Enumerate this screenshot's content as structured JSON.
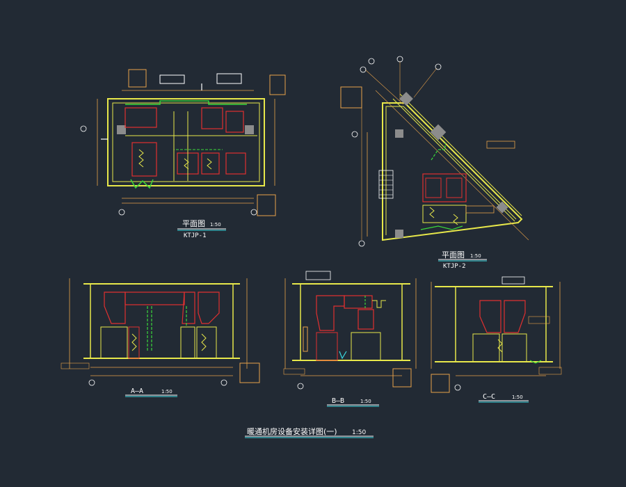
{
  "drawing": {
    "title": "暖通机房设备安装详图(一)",
    "title_scale": "1:50",
    "colors": {
      "background": "#222a34",
      "yellow": "#e8e84a",
      "red": "#e03030",
      "green": "#3ad83a",
      "white": "#ffffff",
      "orange": "#e8a24a",
      "cyan": "#3ad8e0",
      "gray": "#8c8c8c"
    },
    "views": [
      {
        "id": "plan1",
        "name": "平面图",
        "scale": "1:50",
        "code": "KTJP-1"
      },
      {
        "id": "plan2",
        "name": "平面图",
        "scale": "1:50",
        "code": "KTJP-2"
      },
      {
        "id": "secA",
        "name": "A—A",
        "scale": "1:50"
      },
      {
        "id": "secB",
        "name": "B—B",
        "scale": "1:50"
      },
      {
        "id": "secC",
        "name": "C—C",
        "scale": "1:50"
      }
    ]
  }
}
